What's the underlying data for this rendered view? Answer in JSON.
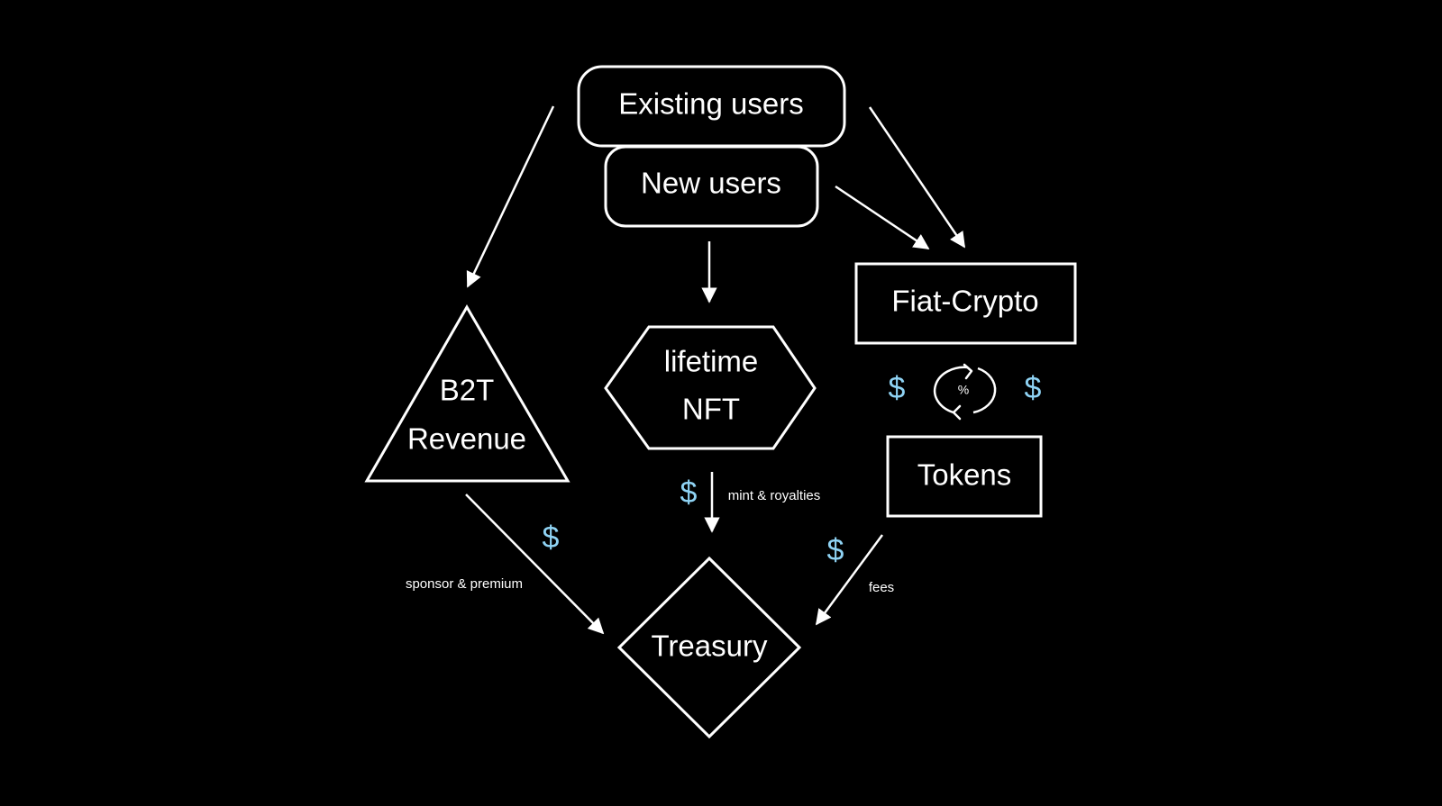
{
  "nodes": {
    "existing_users": "Existing users",
    "new_users": "New users",
    "b2t_line1": "B2T",
    "b2t_line2": "Revenue",
    "nft_line1": "lifetime",
    "nft_line2": "NFT",
    "fiat_crypto": "Fiat-Crypto",
    "tokens": "Tokens",
    "treasury": "Treasury"
  },
  "edge_labels": {
    "sponsor": "sponsor & premium",
    "mint": "mint & royalties",
    "fees": "fees"
  },
  "symbols": {
    "dollar": "$",
    "percent": "%"
  },
  "colors": {
    "background": "#000000",
    "stroke": "#ffffff",
    "dollar": "#8fd3f4"
  }
}
